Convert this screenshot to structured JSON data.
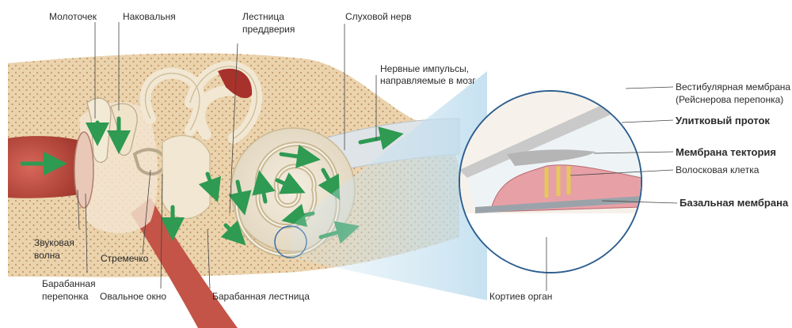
{
  "labels": {
    "hammer": "Молоточек",
    "anvil": "Наковальня",
    "scala_vestibuli_1": "Лестница",
    "scala_vestibuli_2": "преддверия",
    "auditory_nerve": "Слуховой нерв",
    "nerve_impulses_1": "Нервные импульсы,",
    "nerve_impulses_2": "направляемые в мозг",
    "sound_wave_1": "Звуковая",
    "sound_wave_2": "волна",
    "eardrum_1": "Барабанная",
    "eardrum_2": "перепонка",
    "stirrup": "Стремечко",
    "oval_window": "Овальное окно",
    "scala_tympani": "Барабанная лестница",
    "organ_of_corti": "Кортиев орган",
    "vestibular_membrane_1": "Вестибулярная мембрана",
    "vestibular_membrane_2": "(Рейснерова перепонка)",
    "cochlear_duct": "Улитковый проток",
    "tectorial_membrane": "Мембрана тектория",
    "hair_cell": "Волосковая клетка",
    "basilar_membrane": "Базальная мембрана"
  },
  "colors": {
    "bone": "#e8cfa8",
    "bone_dots": "#c79a6a",
    "canal": "#b9473f",
    "ossicle": "#f3ead6",
    "arrow": "#2e9a52",
    "nerve": "#d7dde3",
    "fluid": "#cfe6f2",
    "cells": "#e7a0a6",
    "leader": "#444444"
  }
}
